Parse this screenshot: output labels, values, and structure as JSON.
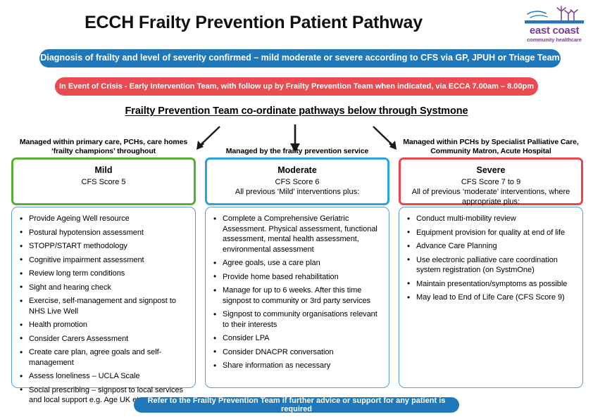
{
  "page_title": "ECCH Frailty Prevention Patient Pathway",
  "logo": {
    "icon": "wind-turbines-over-sea-logo",
    "name": "east coast",
    "tagline": "community healthcare",
    "brand_color": "#7B3F96",
    "wave_color": "#2077B9"
  },
  "banners": {
    "diagnosis": "Diagnosis of frailty and level of severity confirmed – mild moderate  or severe according to CFS via GP, JPUH or Triage Team",
    "diagnosis_color": "#2077B9",
    "crisis": "In Event of Crisis - Early Intervention Team, with follow up by Frailty Prevention Team when indicated, via ECCA 7.00am – 8.00pm",
    "crisis_color": "#EA4B50",
    "refer": "Refer to the Frailty Prevention Team if further advice or support for any patient is required",
    "refer_color": "#2077B9"
  },
  "systmone_heading": "Frailty Prevention Team co-ordinate pathways below through Systmone",
  "columns": [
    {
      "key": "mild",
      "caption": "Managed within primary care, PCHs, care homes ‘frailty champions’ throughout",
      "title": "Mild",
      "subtitles": [
        "CFS Score 5"
      ],
      "border_color": "#54B034",
      "arrow": "arrow-down-left",
      "items": [
        "Provide Ageing Well resource",
        "Postural hypotension assessment",
        "STOPP/START methodology",
        "Cognitive impairment assessment",
        "Review long term conditions",
        "Sight and hearing check",
        "Exercise, self-management and signpost to NHS Live Well",
        "Health promotion",
        "Consider Carers Assessment",
        "Create care plan, agree goals and self-management",
        "Assess loneliness – UCLA Scale",
        "Social prescribing – signpost to local services and local support e.g. Age UK etc"
      ]
    },
    {
      "key": "moderate",
      "caption": "Managed by the frailty prevention service",
      "title": "Moderate",
      "subtitles": [
        "CFS Score 6",
        "All previous ‘Mild’ interventions plus:"
      ],
      "border_color": "#29A3DC",
      "arrow": "arrow-down",
      "items": [
        "Complete a Comprehensive Geriatric Assessment.  Physical assessment, functional assessment, mental health assessment, environmental assessment",
        "Agree goals, use a care plan",
        "Provide home based rehabilitation",
        "Manage for up to 6 weeks.  After this time signpost to community or 3rd party services",
        "Signpost to community organisations relevant to their interests",
        "Consider LPA",
        "Consider DNACPR conversation",
        "Share information as necessary"
      ]
    },
    {
      "key": "severe",
      "caption": "Managed within PCHs by Specialist Palliative Care, Community Matron, Acute Hospital",
      "title": "Severe",
      "subtitles": [
        "CFS Score 7 to 9",
        "All of previous ‘moderate’ interventions, where appropriate plus:"
      ],
      "border_color": "#E8474C",
      "arrow": "arrow-down-right",
      "items": [
        "Conduct multi-mobility review",
        "Equipment provision for quality at end of life",
        "Advance Care Planning",
        "Use electronic palliative care coordination  system registration (on SystmOne)",
        "Maintain presentation/symptoms as possible",
        "May lead to End of Life Care (CFS Score 9)"
      ]
    }
  ]
}
